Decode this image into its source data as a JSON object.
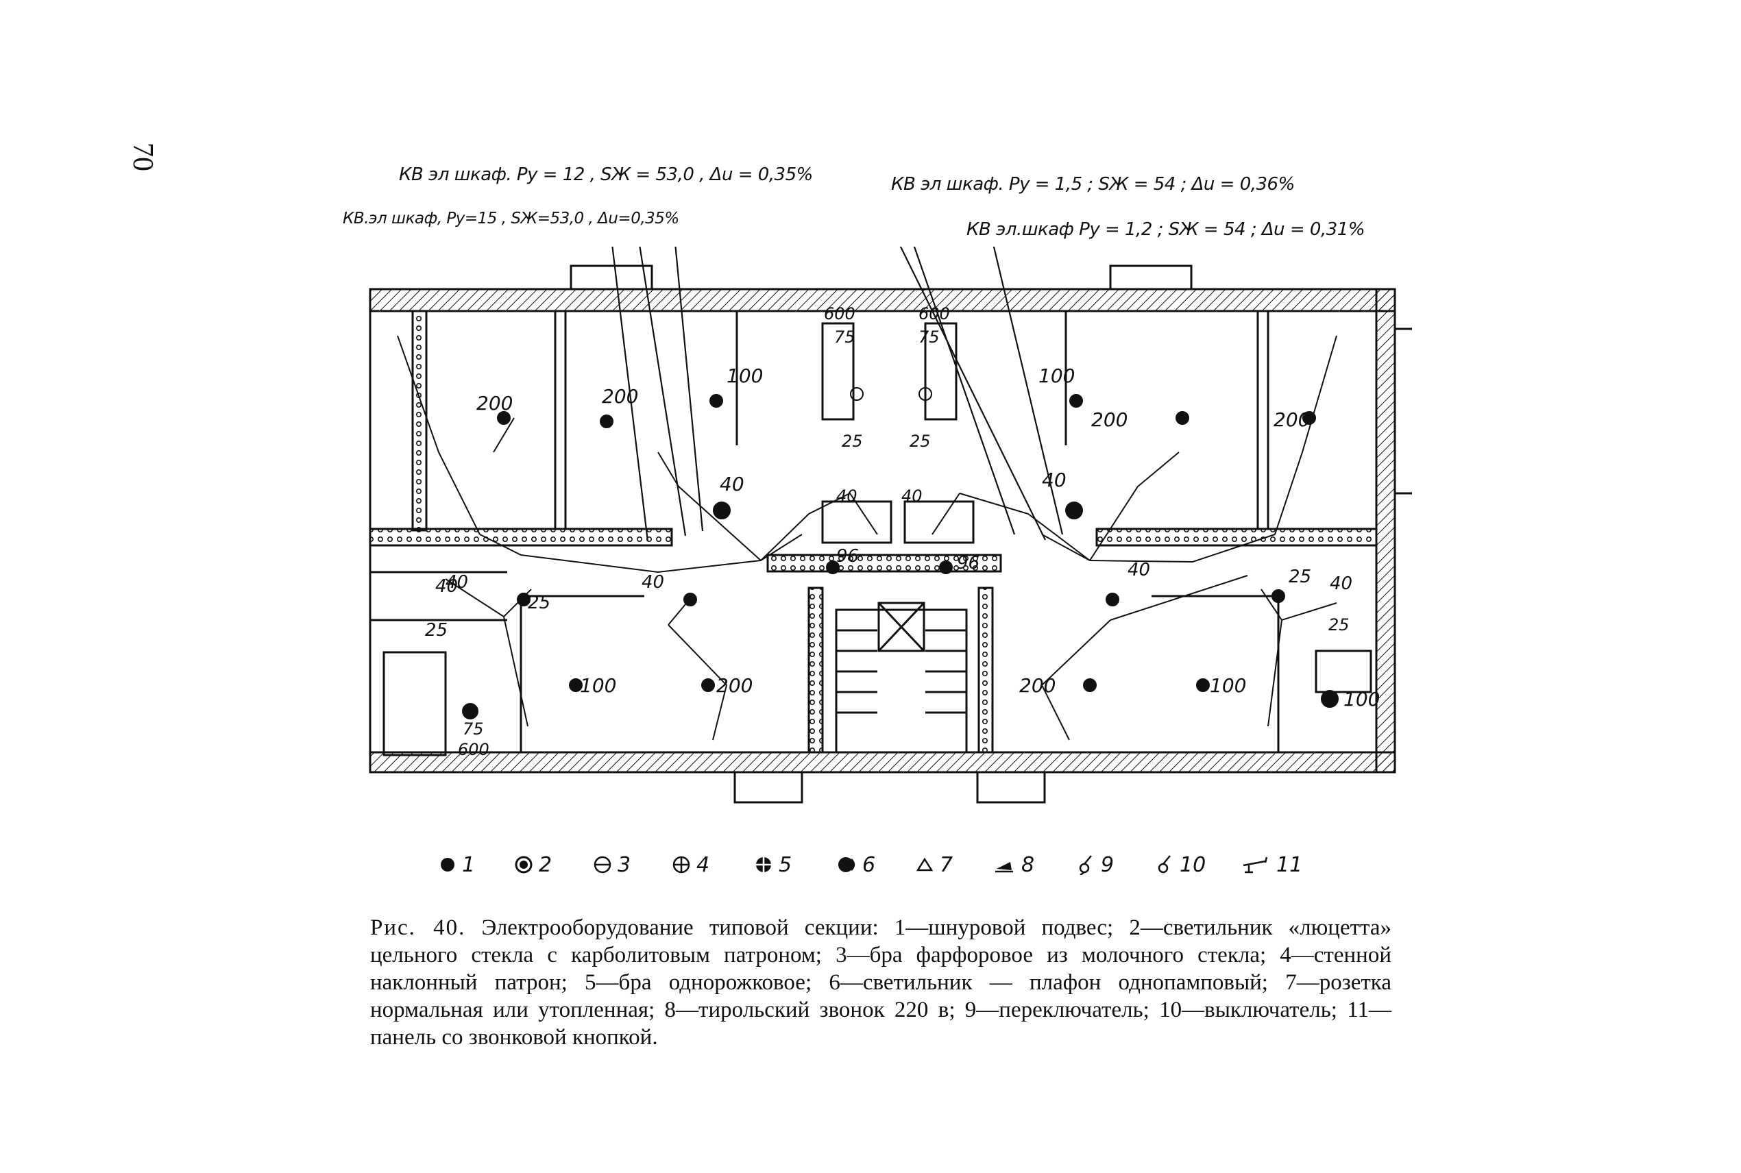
{
  "page_number": "70",
  "annotations": {
    "cabinet_top_left": "КВ эл шкаф. Pу = 12 , SЖ = 53,0 , Δu = 0,35%",
    "cabinet_second_left": "КВ.эл шкаф, Pу=15 , SЖ=53,0 , Δu=0,35%",
    "cabinet_top_right": "КВ эл шкаф. Pу = 1,5 ; SЖ = 54 ; Δu = 0,36%",
    "cabinet_second_right": "КВ эл.шкаф Pу = 1,2 ; SЖ = 54 ; Δu = 0,31%"
  },
  "plan_labels": {
    "w200_a": "200",
    "w200_b": "200",
    "w100_a": "100",
    "w600_a": "600",
    "w75_a": "75",
    "w600_b": "600",
    "w75_b": "75",
    "w100_b": "100",
    "w200_c": "200",
    "w200_d": "200",
    "w40_a": "40",
    "w25_a": "25",
    "w40_b": "40",
    "w40_c": "40",
    "w25_b": "25",
    "w40_d": "40",
    "w40_e": "40",
    "w25_c": "25",
    "w40_f": "40",
    "w96_a": "96",
    "w96_b": "96",
    "w40_g": "40",
    "w25_d": "25",
    "w40_h": "40",
    "w25_e": "25",
    "w40_i": "40",
    "w25_f": "25",
    "w100_c": "100",
    "w200_e": "200",
    "w200_f": "200",
    "w100_d": "100",
    "w75_c": "75",
    "w600_c": "600",
    "w100_e": "100"
  },
  "legend": [
    "1",
    "2",
    "3",
    "4",
    "5",
    "6",
    "7",
    "8",
    "9",
    "10",
    "11"
  ],
  "caption": {
    "lead": "Рис. 40.",
    "text": "Электрооборудование типовой секции: 1—шнуровой подвес; 2—светильник «люцетта» цельного стекла с карболитовым патроном; 3—бра фарфоровое из молочного стекла; 4—стенной наклонный патрон; 5—бра однорожковое; 6—светильник — плафон однопамповый; 7—розетка нормальная или утопленная; 8—тирольский звонок 220 в; 9—переключатель; 10—выключатель; 11—панель со звонковой кнопкой."
  }
}
